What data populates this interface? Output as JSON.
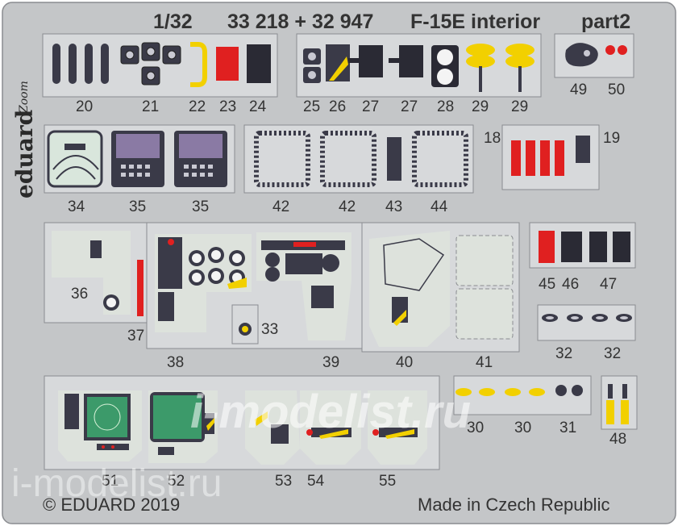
{
  "header": {
    "scale": "1/32",
    "codes": "33 218 + 32 947",
    "subject": "F-15E interior",
    "part": "part2"
  },
  "brand": {
    "name": "eduard",
    "logo": "Zoom"
  },
  "footer": {
    "copyright": "© EDUARD 2019",
    "origin": "Made in Czech Republic"
  },
  "watermark": {
    "text": "i-modelist.ru",
    "faint": "i-modelist.ru"
  },
  "part_numbers": {
    "p20": "20",
    "p21": "21",
    "p22": "22",
    "p23": "23",
    "p24": "24",
    "p25": "25",
    "p26": "26",
    "p27a": "27",
    "p27b": "27",
    "p28": "28",
    "p29a": "29",
    "p29b": "29",
    "p49": "49",
    "p50": "50",
    "p34": "34",
    "p35a": "35",
    "p35b": "35",
    "p42a": "42",
    "p42b": "42",
    "p43": "43",
    "p44": "44",
    "p18": "18",
    "p19": "19",
    "p36": "36",
    "p37": "37",
    "p38": "38",
    "p33": "33",
    "p39": "39",
    "p40": "40",
    "p41": "41",
    "p45": "45",
    "p46": "46",
    "p47": "47",
    "p32a": "32",
    "p32b": "32",
    "p51": "51",
    "p52": "52",
    "p53": "53",
    "p54": "54",
    "p55": "55",
    "p30a": "30",
    "p30b": "30",
    "p31": "31",
    "p48": "48"
  },
  "colors": {
    "fret": "#c4c6c8",
    "panel_grey": "#d9ddd8",
    "panel_dark": "#3a3a48",
    "dial_face": "#f4f4f4",
    "radar_green": "#3c9a6a",
    "placard_red": "#e02020",
    "caution_yellow": "#f2d000",
    "mfd_bezel": "#8a7aa4"
  }
}
